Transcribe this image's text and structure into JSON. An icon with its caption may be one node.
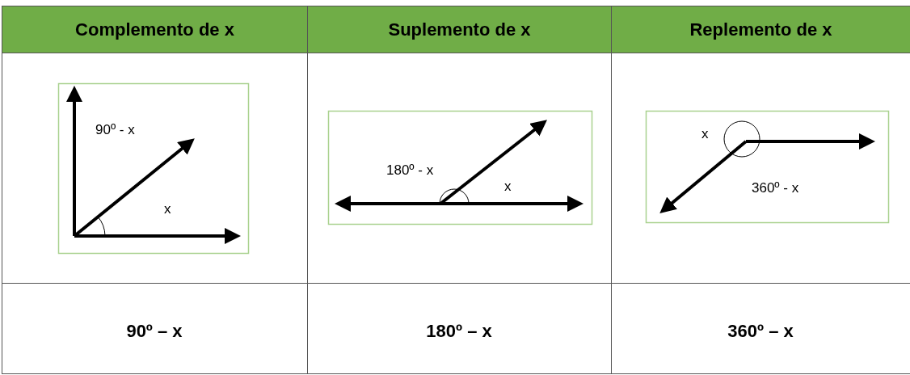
{
  "diagram": {
    "labels": [
      "Complemento de x",
      "Suplemento de x",
      "Replemento de x",
      "90º - x",
      "x",
      "180º - x",
      "x",
      "x",
      "360º - x",
      "90º – x",
      "180º – x",
      "360º – x"
    ]
  }
}
